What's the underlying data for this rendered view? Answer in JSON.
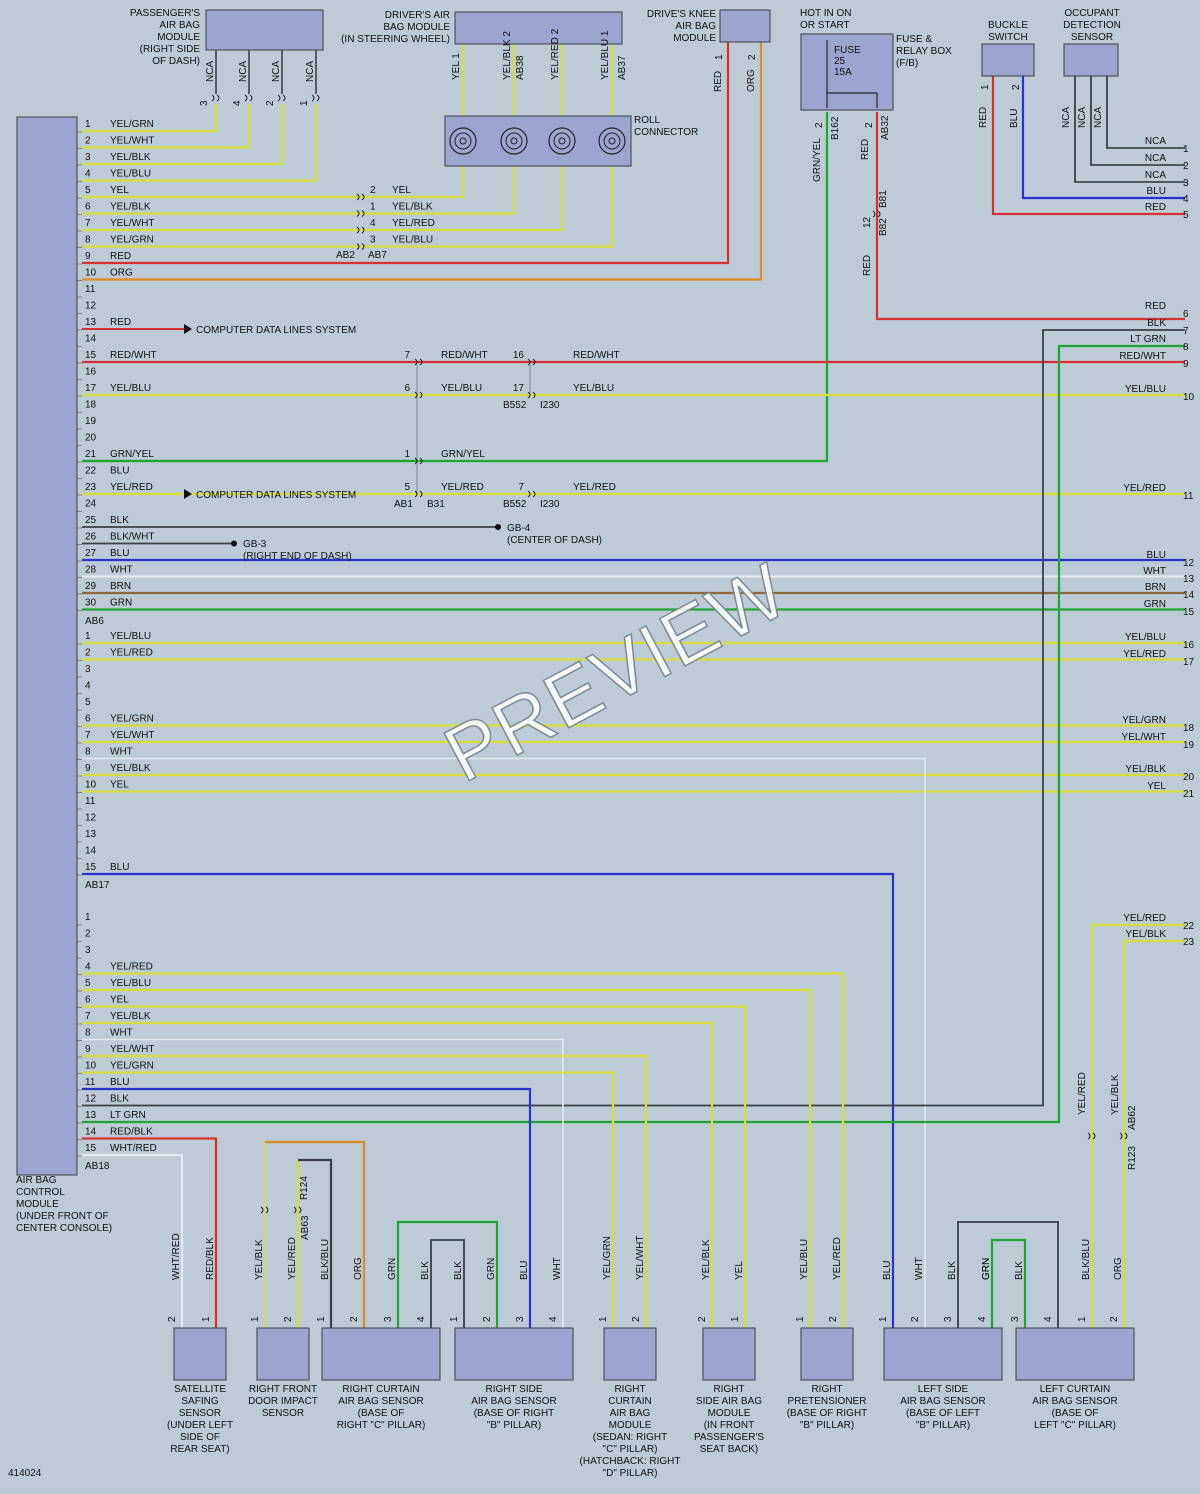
{
  "figure_id": "414024",
  "watermark": "PREVIEW",
  "ecu": {
    "label": [
      "AIR BAG",
      "CONTROL",
      "MODULE",
      "(UNDER FRONT OF",
      "CENTER CONSOLE)"
    ]
  },
  "colors": {
    "YEL": "#d9dd3a",
    "GRN": "#1fa531",
    "RED": "#d8302f",
    "ORG": "#e08a23",
    "BLU": "#2633d1",
    "BLK": "#3a3f44",
    "WHT": "#e6eaee",
    "BRN": "#8a6a3a",
    "GRY": "#8a96a0"
  },
  "top_components": {
    "passenger": {
      "label": [
        "PASSENGER'S",
        "AIR BAG",
        "MODULE",
        "(RIGHT SIDE",
        "OF DASH)"
      ],
      "pins": [
        "3",
        "4",
        "2",
        "1"
      ],
      "wires": [
        "NCA",
        "NCA",
        "NCA",
        "NCA"
      ]
    },
    "driver": {
      "label": [
        "DRIVER'S AIR",
        "BAG MODULE",
        "(IN STEERING WHEEL)"
      ],
      "pins": [
        "YEL 1",
        "YEL/BLK 2",
        "YEL/RED 2",
        "YEL/BLU 1"
      ],
      "refs": [
        "AB38",
        "AB37"
      ]
    },
    "roll": {
      "label": [
        "ROLL",
        "CONNECTOR"
      ]
    },
    "knee": {
      "label": [
        "DRIVE'S KNEE",
        "AIR BAG",
        "MODULE"
      ],
      "wires": [
        "RED",
        "ORG"
      ],
      "pins": [
        "1",
        "2"
      ]
    },
    "fuse": {
      "hot": [
        "HOT IN ON",
        "OR START"
      ],
      "fuse": [
        "FUSE",
        "25",
        "15A"
      ],
      "box": [
        "FUSE &",
        "RELAY BOX",
        "(F/B)"
      ],
      "wires": [
        "GRN/YEL",
        "RED"
      ],
      "pins": [
        "2",
        "2"
      ],
      "refs": [
        "B162",
        "AB32"
      ],
      "mid": [
        "12",
        "RED",
        "B81",
        "B82"
      ]
    },
    "buckle": {
      "label": [
        "BUCKLE",
        "SWITCH"
      ],
      "wires": [
        "RED",
        "BLU"
      ],
      "pins": [
        "1",
        "2"
      ]
    },
    "occupant": {
      "label": [
        "OCCUPANT",
        "DETECTION",
        "SENSOR"
      ],
      "wires": [
        "NCA",
        "NCA",
        "NCA"
      ]
    }
  },
  "ecu_pins_a": [
    {
      "n": "1",
      "c": "YEL/GRN"
    },
    {
      "n": "2",
      "c": "YEL/WHT"
    },
    {
      "n": "3",
      "c": "YEL/BLK"
    },
    {
      "n": "4",
      "c": "YEL/BLU"
    },
    {
      "n": "5",
      "c": "YEL"
    },
    {
      "n": "6",
      "c": "YEL/BLK"
    },
    {
      "n": "7",
      "c": "YEL/WHT"
    },
    {
      "n": "8",
      "c": "YEL/GRN"
    },
    {
      "n": "9",
      "c": "RED"
    },
    {
      "n": "10",
      "c": "ORG"
    },
    {
      "n": "11",
      "c": ""
    },
    {
      "n": "12",
      "c": ""
    },
    {
      "n": "13",
      "c": "RED"
    },
    {
      "n": "14",
      "c": ""
    },
    {
      "n": "15",
      "c": "RED/WHT"
    },
    {
      "n": "16",
      "c": ""
    },
    {
      "n": "17",
      "c": "YEL/BLU"
    },
    {
      "n": "18",
      "c": ""
    },
    {
      "n": "19",
      "c": ""
    },
    {
      "n": "20",
      "c": ""
    },
    {
      "n": "21",
      "c": "GRN/YEL"
    },
    {
      "n": "22",
      "c": "BLU"
    },
    {
      "n": "23",
      "c": "YEL/RED"
    },
    {
      "n": "24",
      "c": ""
    },
    {
      "n": "25",
      "c": "BLK"
    },
    {
      "n": "26",
      "c": "BLK/WHT"
    },
    {
      "n": "27",
      "c": "BLU"
    },
    {
      "n": "28",
      "c": "WHT"
    },
    {
      "n": "29",
      "c": "BRN"
    },
    {
      "n": "30",
      "c": "GRN"
    }
  ],
  "ecu_pins_b": [
    {
      "n": "1",
      "c": "YEL/BLU"
    },
    {
      "n": "2",
      "c": "YEL/RED"
    },
    {
      "n": "3",
      "c": ""
    },
    {
      "n": "4",
      "c": ""
    },
    {
      "n": "5",
      "c": ""
    },
    {
      "n": "6",
      "c": "YEL/GRN"
    },
    {
      "n": "7",
      "c": "YEL/WHT"
    },
    {
      "n": "8",
      "c": "WHT"
    },
    {
      "n": "9",
      "c": "YEL/BLK"
    },
    {
      "n": "10",
      "c": "YEL"
    },
    {
      "n": "11",
      "c": ""
    },
    {
      "n": "12",
      "c": ""
    },
    {
      "n": "13",
      "c": ""
    },
    {
      "n": "14",
      "c": ""
    },
    {
      "n": "15",
      "c": "BLU"
    }
  ],
  "ecu_pins_c": [
    {
      "n": "1",
      "c": ""
    },
    {
      "n": "2",
      "c": ""
    },
    {
      "n": "3",
      "c": ""
    },
    {
      "n": "4",
      "c": "YEL/RED"
    },
    {
      "n": "5",
      "c": "YEL/BLU"
    },
    {
      "n": "6",
      "c": "YEL"
    },
    {
      "n": "7",
      "c": "YEL/BLK"
    },
    {
      "n": "8",
      "c": "WHT"
    },
    {
      "n": "9",
      "c": "YEL/WHT"
    },
    {
      "n": "10",
      "c": "YEL/GRN"
    },
    {
      "n": "11",
      "c": "BLU"
    },
    {
      "n": "12",
      "c": "BLK"
    },
    {
      "n": "13",
      "c": "LT GRN"
    },
    {
      "n": "14",
      "c": "RED/BLK"
    },
    {
      "n": "15",
      "c": "WHT/RED"
    }
  ],
  "connector_refs": [
    "AB6",
    "AB17",
    "AB18"
  ],
  "mid_connectors": {
    "driver_side": [
      {
        "p": "2",
        "c": "YEL"
      },
      {
        "p": "1",
        "c": "YEL/BLK"
      },
      {
        "p": "4",
        "c": "YEL/RED"
      },
      {
        "p": "3",
        "c": "YEL/BLU"
      }
    ],
    "driver_refs": [
      "AB2",
      "AB7"
    ],
    "b31": [
      {
        "p": "7",
        "c": "RED/WHT"
      },
      {
        "p": "6",
        "c": "YEL/BLU"
      },
      {
        "p": "1",
        "c": "GRN/YEL"
      },
      {
        "p": "5",
        "c": "YEL/RED"
      }
    ],
    "b31_refs": [
      "AB1",
      "B31"
    ],
    "i230": [
      {
        "p": "16",
        "c": "RED/WHT"
      },
      {
        "p": "17",
        "c": "YEL/BLU"
      },
      {
        "p": "7",
        "c": "YEL/RED"
      }
    ],
    "i230_refs": [
      "B552",
      "I230"
    ]
  },
  "annotations": {
    "computer_data": "COMPUTER DATA LINES SYSTEM",
    "gb3": [
      "GB-3",
      "(RIGHT END OF DASH)"
    ],
    "gb4": [
      "GB-4",
      "(CENTER OF DASH)"
    ]
  },
  "right_side": [
    {
      "n": "1",
      "c": "NCA"
    },
    {
      "n": "2",
      "c": "NCA"
    },
    {
      "n": "3",
      "c": "NCA"
    },
    {
      "n": "4",
      "c": "BLU"
    },
    {
      "n": "5",
      "c": "RED"
    },
    {
      "n": "6",
      "c": "RED"
    },
    {
      "n": "7",
      "c": "BLK"
    },
    {
      "n": "8",
      "c": "LT GRN"
    },
    {
      "n": "9",
      "c": "RED/WHT"
    },
    {
      "n": "10",
      "c": "YEL/BLU"
    },
    {
      "n": "11",
      "c": "YEL/RED"
    },
    {
      "n": "12",
      "c": "BLU"
    },
    {
      "n": "13",
      "c": "WHT"
    },
    {
      "n": "14",
      "c": "BRN"
    },
    {
      "n": "15",
      "c": "GRN"
    },
    {
      "n": "16",
      "c": "YEL/BLU"
    },
    {
      "n": "17",
      "c": "YEL/RED"
    },
    {
      "n": "18",
      "c": "YEL/GRN"
    },
    {
      "n": "19",
      "c": "YEL/WHT"
    },
    {
      "n": "20",
      "c": "YEL/BLK"
    },
    {
      "n": "21",
      "c": "YEL"
    },
    {
      "n": "22",
      "c": "YEL/RED"
    },
    {
      "n": "23",
      "c": "YEL/BLK"
    }
  ],
  "bottom_components": [
    {
      "label": [
        "SATELLITE",
        "SAFING",
        "SENSOR",
        "(UNDER LEFT",
        "SIDE OF",
        "REAR SEAT)"
      ],
      "wires": [
        "WHT/RED",
        "RED/BLK"
      ],
      "pins": [
        "2",
        "1"
      ]
    },
    {
      "label": [
        "RIGHT FRONT",
        "DOOR IMPACT",
        "SENSOR"
      ],
      "wires": [
        "YEL/BLK",
        "YEL/RED",
        "BLK/BLU"
      ],
      "pins": [
        "1",
        "2",
        "1"
      ],
      "refs": [
        "R124",
        "AB63"
      ]
    },
    {
      "label": [
        "RIGHT CURTAIN",
        "AIR BAG SENSOR",
        "(BASE OF",
        "RIGHT \"C\" PILLAR)"
      ],
      "wires": [
        "ORG",
        "GRN",
        "BLK"
      ],
      "pins": [
        "2",
        "3",
        "4"
      ]
    },
    {
      "label": [
        "RIGHT SIDE",
        "AIR BAG SENSOR",
        "(BASE OF RIGHT",
        "\"B\" PILLAR)"
      ],
      "wires": [
        "BLK",
        "GRN",
        "BLU",
        "WHT"
      ],
      "pins": [
        "1",
        "2",
        "3",
        "4"
      ]
    },
    {
      "label": [
        "RIGHT",
        "CURTAIN",
        "AIR BAG",
        "MODULE",
        "(SEDAN: RIGHT",
        "\"C\" PILLAR)",
        "(HATCHBACK: RIGHT",
        "\"D\" PILLAR)"
      ],
      "wires": [
        "YEL/GRN",
        "YEL/WHT"
      ],
      "pins": [
        "1",
        "2"
      ]
    },
    {
      "label": [
        "RIGHT",
        "SIDE AIR BAG",
        "MODULE",
        "(IN FRONT",
        "PASSENGER'S",
        "SEAT BACK)"
      ],
      "wires": [
        "YEL/BLK",
        "YEL"
      ],
      "pins": [
        "2",
        "1"
      ]
    },
    {
      "label": [
        "RIGHT",
        "PRETENSIONER",
        "(BASE OF RIGHT",
        "\"B\" PILLAR)"
      ],
      "wires": [
        "YEL/BLU",
        "YEL/RED"
      ],
      "pins": [
        "1",
        "2"
      ]
    },
    {
      "label": [
        "LEFT SIDE",
        "AIR BAG SENSOR",
        "(BASE OF LEFT",
        "\"B\" PILLAR)"
      ],
      "wires": [
        "BLU",
        "WHT",
        "BLK",
        "GRN"
      ],
      "pins": [
        "1",
        "2",
        "3",
        "4"
      ]
    },
    {
      "label": [
        "LEFT CURTAIN",
        "AIR BAG SENSOR",
        "(BASE OF",
        "LEFT \"C\" PILLAR)"
      ],
      "wires": [
        "GRN",
        "BLK",
        "BLK/BLU",
        "ORG"
      ],
      "pins": [
        "3",
        "4",
        "1",
        "2"
      ],
      "refs": [
        "AB62",
        "R123"
      ],
      "mid": [
        "YEL/RED",
        "YEL/BLK"
      ]
    }
  ]
}
